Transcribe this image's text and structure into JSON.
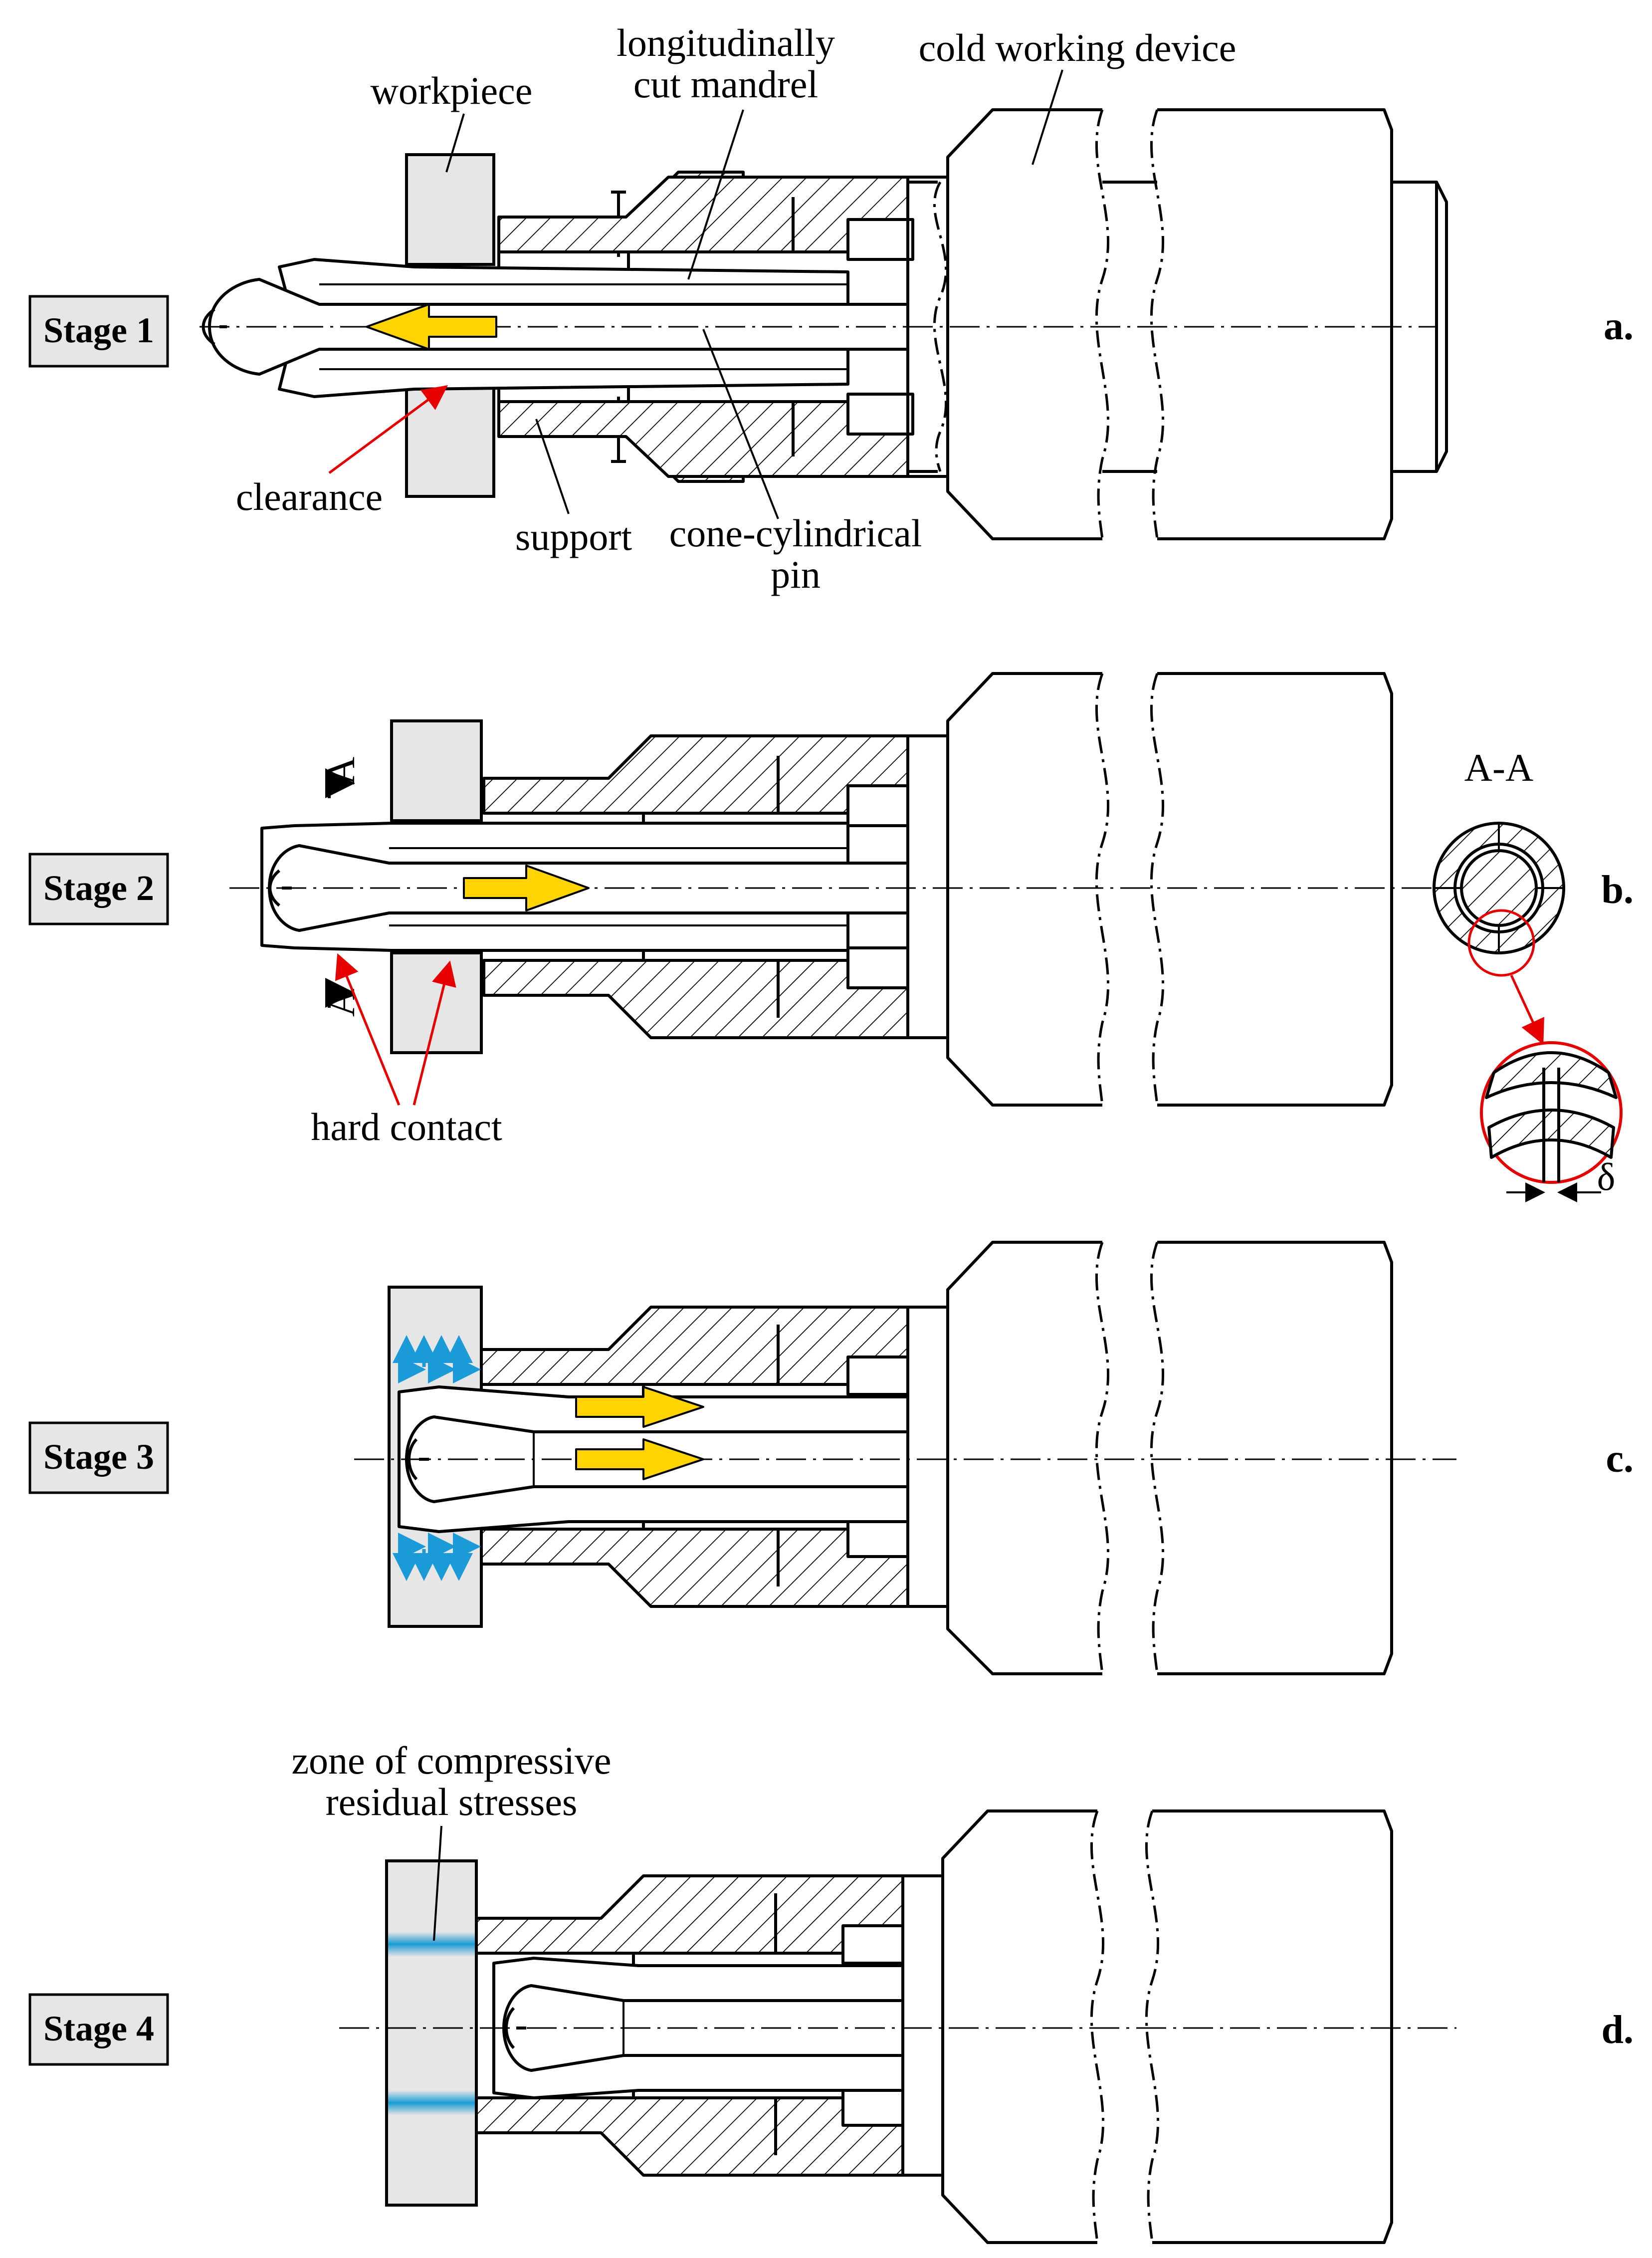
{
  "stages": [
    {
      "label": "Stage 1",
      "letter": "a."
    },
    {
      "label": "Stage 2",
      "letter": "b."
    },
    {
      "label": "Stage 3",
      "letter": "c."
    },
    {
      "label": "Stage 4",
      "letter": "d."
    }
  ],
  "labels": {
    "workpiece": "workpiece",
    "mandrel_line1": "longitudinally",
    "mandrel_line2": "cut mandrel",
    "device": "cold working device",
    "clearance": "clearance",
    "support": "support",
    "pin_line1": "cone-cylindrical",
    "pin_line2": "pin",
    "section": "A-A",
    "section_mark": "A",
    "hard_contact": "hard contact",
    "delta": "δ",
    "zone_line1": "zone of compressive",
    "zone_line2": "residual stresses"
  },
  "colors": {
    "arrow_fill": "#ffd400",
    "leader_red": "#e60000",
    "stress_blue": "#1a9ad6",
    "workpiece_gray": "#e6e6e6"
  }
}
